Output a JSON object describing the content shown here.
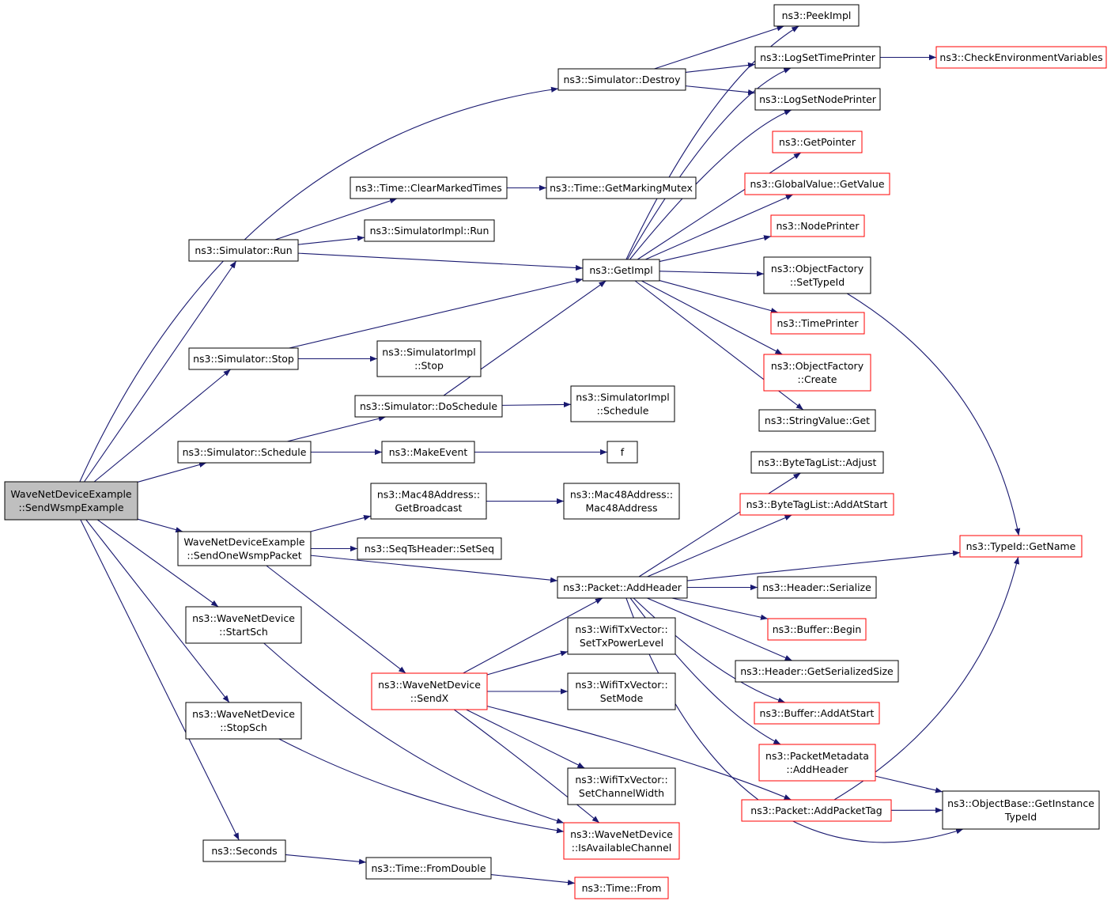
{
  "colors": {
    "edge": "#191970",
    "border_default": "#000000",
    "border_incomplete": "#ff0000",
    "root_fill": "#bfbfbf",
    "node_fill": "#ffffff"
  },
  "nodes": {
    "root": {
      "lines": [
        "WaveNetDeviceExample",
        "::SendWsmpExample"
      ],
      "style": "root"
    },
    "destroy": {
      "lines": [
        "ns3::Simulator::Destroy"
      ],
      "style": "normal"
    },
    "run": {
      "lines": [
        "ns3::Simulator::Run"
      ],
      "style": "normal"
    },
    "stop": {
      "lines": [
        "ns3::Simulator::Stop"
      ],
      "style": "normal"
    },
    "schedule": {
      "lines": [
        "ns3::Simulator::Schedule"
      ],
      "style": "normal"
    },
    "sendonewsmp": {
      "lines": [
        "WaveNetDeviceExample",
        "::SendOneWsmpPacket"
      ],
      "style": "normal"
    },
    "startsch": {
      "lines": [
        "ns3::WaveNetDevice",
        "::StartSch"
      ],
      "style": "normal"
    },
    "stopsch": {
      "lines": [
        "ns3::WaveNetDevice",
        "::StopSch"
      ],
      "style": "normal"
    },
    "seconds": {
      "lines": [
        "ns3::Seconds"
      ],
      "style": "normal"
    },
    "clearmarked": {
      "lines": [
        "ns3::Time::ClearMarkedTimes"
      ],
      "style": "normal"
    },
    "simimplrun": {
      "lines": [
        "ns3::SimulatorImpl::Run"
      ],
      "style": "normal"
    },
    "simimplstop": {
      "lines": [
        "ns3::SimulatorImpl",
        "::Stop"
      ],
      "style": "normal"
    },
    "doschedule": {
      "lines": [
        "ns3::Simulator::DoSchedule"
      ],
      "style": "normal"
    },
    "makeevent": {
      "lines": [
        "ns3::MakeEvent"
      ],
      "style": "normal"
    },
    "getbroadcast": {
      "lines": [
        "ns3::Mac48Address::",
        "GetBroadcast"
      ],
      "style": "normal"
    },
    "setseq": {
      "lines": [
        "ns3::SeqTsHeader::SetSeq"
      ],
      "style": "normal"
    },
    "sendx": {
      "lines": [
        "ns3::WaveNetDevice",
        "::SendX"
      ],
      "style": "incomplete"
    },
    "fromdouble": {
      "lines": [
        "ns3::Time::FromDouble"
      ],
      "style": "normal"
    },
    "getmarkingmutex": {
      "lines": [
        "ns3::Time::GetMarkingMutex"
      ],
      "style": "normal"
    },
    "getimpl": {
      "lines": [
        "ns3::GetImpl"
      ],
      "style": "normal"
    },
    "simimplschedule": {
      "lines": [
        "ns3::SimulatorImpl",
        "::Schedule"
      ],
      "style": "normal"
    },
    "f": {
      "lines": [
        "f"
      ],
      "style": "normal"
    },
    "macaddr": {
      "lines": [
        "ns3::Mac48Address::",
        "Mac48Address"
      ],
      "style": "normal"
    },
    "addheader": {
      "lines": [
        "ns3::Packet::AddHeader"
      ],
      "style": "normal"
    },
    "settxpower": {
      "lines": [
        "ns3::WifiTxVector::",
        "SetTxPowerLevel"
      ],
      "style": "normal"
    },
    "setmode": {
      "lines": [
        "ns3::WifiTxVector::",
        "SetMode"
      ],
      "style": "normal"
    },
    "setchannelwidth": {
      "lines": [
        "ns3::WifiTxVector::",
        "SetChannelWidth"
      ],
      "style": "normal"
    },
    "isavailable": {
      "lines": [
        "ns3::WaveNetDevice",
        "::IsAvailableChannel"
      ],
      "style": "incomplete"
    },
    "timefrom": {
      "lines": [
        "ns3::Time::From"
      ],
      "style": "incomplete"
    },
    "peekimpl": {
      "lines": [
        "ns3::PeekImpl"
      ],
      "style": "normal"
    },
    "logsettime": {
      "lines": [
        "ns3::LogSetTimePrinter"
      ],
      "style": "normal"
    },
    "logsetnode": {
      "lines": [
        "ns3::LogSetNodePrinter"
      ],
      "style": "normal"
    },
    "getpointer": {
      "lines": [
        "ns3::GetPointer"
      ],
      "style": "incomplete"
    },
    "globalvalue": {
      "lines": [
        "ns3::GlobalValue::GetValue"
      ],
      "style": "incomplete"
    },
    "nodeprinter": {
      "lines": [
        "ns3::NodePrinter"
      ],
      "style": "incomplete"
    },
    "objfactsettype": {
      "lines": [
        "ns3::ObjectFactory",
        "::SetTypeId"
      ],
      "style": "normal"
    },
    "timeprinter": {
      "lines": [
        "ns3::TimePrinter"
      ],
      "style": "incomplete"
    },
    "objfactcreate": {
      "lines": [
        "ns3::ObjectFactory",
        "::Create"
      ],
      "style": "incomplete"
    },
    "stringvalueget": {
      "lines": [
        "ns3::StringValue::Get"
      ],
      "style": "normal"
    },
    "bytetagadjust": {
      "lines": [
        "ns3::ByteTagList::Adjust"
      ],
      "style": "normal"
    },
    "bytetagaddstart": {
      "lines": [
        "ns3::ByteTagList::AddAtStart"
      ],
      "style": "incomplete"
    },
    "headerserialize": {
      "lines": [
        "ns3::Header::Serialize"
      ],
      "style": "normal"
    },
    "bufferbegin": {
      "lines": [
        "ns3::Buffer::Begin"
      ],
      "style": "incomplete"
    },
    "headergetsize": {
      "lines": [
        "ns3::Header::GetSerializedSize"
      ],
      "style": "normal"
    },
    "bufferaddstart": {
      "lines": [
        "ns3::Buffer::AddAtStart"
      ],
      "style": "incomplete"
    },
    "pktmetaaddheader": {
      "lines": [
        "ns3::PacketMetadata",
        "::AddHeader"
      ],
      "style": "incomplete"
    },
    "addpackettag": {
      "lines": [
        "ns3::Packet::AddPacketTag"
      ],
      "style": "incomplete"
    },
    "checkenv": {
      "lines": [
        "ns3::CheckEnvironmentVariables"
      ],
      "style": "incomplete"
    },
    "typeidgetname": {
      "lines": [
        "ns3::TypeId::GetName"
      ],
      "style": "incomplete"
    },
    "getinstancetypeid": {
      "lines": [
        "ns3::ObjectBase::GetInstance",
        "TypeId"
      ],
      "style": "normal"
    }
  },
  "edges": [
    [
      "root",
      "destroy"
    ],
    [
      "root",
      "run"
    ],
    [
      "root",
      "stop"
    ],
    [
      "root",
      "schedule"
    ],
    [
      "root",
      "sendonewsmp"
    ],
    [
      "root",
      "startsch"
    ],
    [
      "root",
      "stopsch"
    ],
    [
      "root",
      "seconds"
    ],
    [
      "destroy",
      "peekimpl"
    ],
    [
      "destroy",
      "logsettime"
    ],
    [
      "destroy",
      "logsetnode"
    ],
    [
      "run",
      "clearmarked"
    ],
    [
      "run",
      "simimplrun"
    ],
    [
      "run",
      "getimpl"
    ],
    [
      "clearmarked",
      "getmarkingmutex"
    ],
    [
      "stop",
      "getimpl"
    ],
    [
      "stop",
      "simimplstop"
    ],
    [
      "schedule",
      "doschedule"
    ],
    [
      "schedule",
      "makeevent"
    ],
    [
      "doschedule",
      "getimpl"
    ],
    [
      "doschedule",
      "simimplschedule"
    ],
    [
      "makeevent",
      "f"
    ],
    [
      "sendonewsmp",
      "getbroadcast"
    ],
    [
      "sendonewsmp",
      "setseq"
    ],
    [
      "sendonewsmp",
      "addheader"
    ],
    [
      "sendonewsmp",
      "sendx"
    ],
    [
      "getbroadcast",
      "macaddr"
    ],
    [
      "startsch",
      "isavailable"
    ],
    [
      "stopsch",
      "isavailable"
    ],
    [
      "seconds",
      "fromdouble"
    ],
    [
      "fromdouble",
      "timefrom"
    ],
    [
      "sendx",
      "addheader"
    ],
    [
      "sendx",
      "settxpower"
    ],
    [
      "sendx",
      "setmode"
    ],
    [
      "sendx",
      "setchannelwidth"
    ],
    [
      "sendx",
      "isavailable"
    ],
    [
      "sendx",
      "addpackettag"
    ],
    [
      "getimpl",
      "peekimpl"
    ],
    [
      "getimpl",
      "logsettime"
    ],
    [
      "getimpl",
      "logsetnode"
    ],
    [
      "getimpl",
      "getpointer"
    ],
    [
      "getimpl",
      "globalvalue"
    ],
    [
      "getimpl",
      "nodeprinter"
    ],
    [
      "getimpl",
      "objfactsettype"
    ],
    [
      "getimpl",
      "timeprinter"
    ],
    [
      "getimpl",
      "objfactcreate"
    ],
    [
      "getimpl",
      "stringvalueget"
    ],
    [
      "logsettime",
      "checkenv"
    ],
    [
      "objfactsettype",
      "typeidgetname"
    ],
    [
      "addheader",
      "bytetagadjust"
    ],
    [
      "addheader",
      "bytetagaddstart"
    ],
    [
      "addheader",
      "typeidgetname"
    ],
    [
      "addheader",
      "headerserialize"
    ],
    [
      "addheader",
      "bufferbegin"
    ],
    [
      "addheader",
      "headergetsize"
    ],
    [
      "addheader",
      "bufferaddstart"
    ],
    [
      "addheader",
      "pktmetaaddheader"
    ],
    [
      "addheader",
      "getinstancetypeid"
    ],
    [
      "pktmetaaddheader",
      "getinstancetypeid"
    ],
    [
      "addpackettag",
      "getinstancetypeid"
    ],
    [
      "addpackettag",
      "typeidgetname"
    ]
  ]
}
